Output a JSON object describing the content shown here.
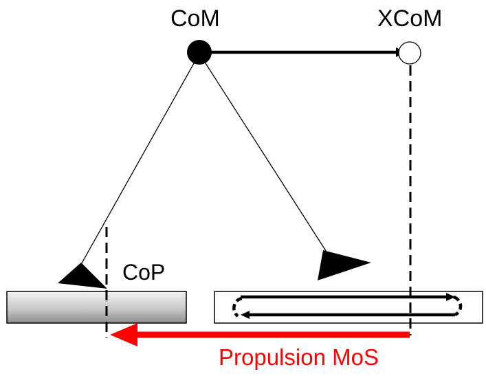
{
  "labels": {
    "com": "CoM",
    "xcom": "XCoM",
    "cop": "CoP",
    "propulsion_mos": "Propulsion MoS"
  },
  "colors": {
    "ink": "#000000",
    "mos_arrow": "#ff0000"
  }
}
